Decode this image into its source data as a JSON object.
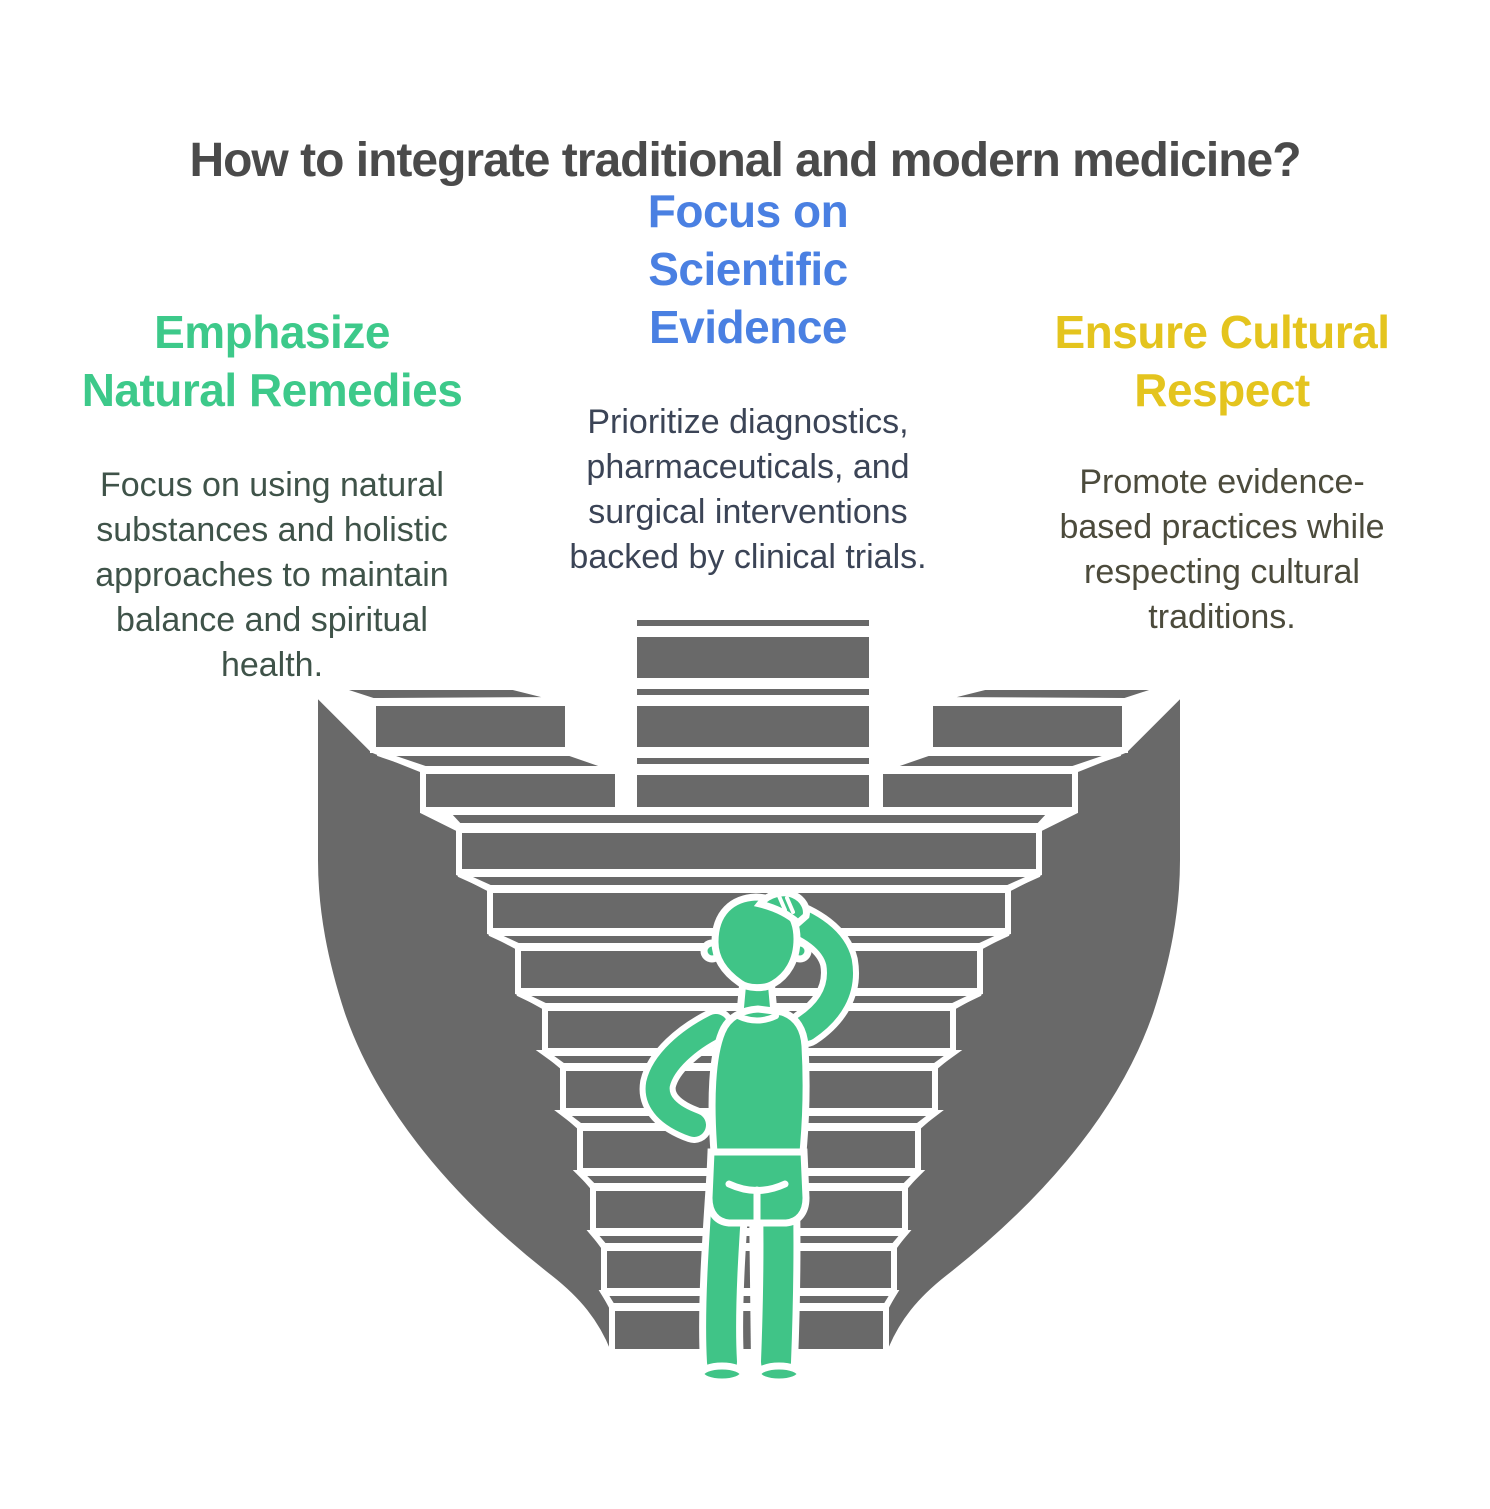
{
  "title": "How to integrate traditional and modern medicine?",
  "title_color": "#4a4a4a",
  "columns": [
    {
      "heading": "Emphasize\nNatural Remedies",
      "heading_color": "#3dc98a",
      "body": "Focus on using natural\nsubstances and holistic\napproaches to maintain\nbalance and spiritual\nhealth.",
      "body_color": "#3f5349"
    },
    {
      "heading": "Focus on\nScientific\nEvidence",
      "heading_color": "#4a80e2",
      "body": "Prioritize diagnostics,\npharmaceuticals, and\nsurgical interventions\nbacked by clinical trials.",
      "body_color": "#3b4456"
    },
    {
      "heading": "Ensure Cultural\nRespect",
      "heading_color": "#e4c41e",
      "body": "Promote evidence-\nbased practices while\nrespecting cultural\ntraditions.",
      "body_color": "#4c4b3c"
    }
  ],
  "illustration": {
    "description": "person scratching head while facing three diverging staircases",
    "stair_color": "#696969",
    "person_color": "#40c487",
    "outline_color": "#ffffff"
  }
}
